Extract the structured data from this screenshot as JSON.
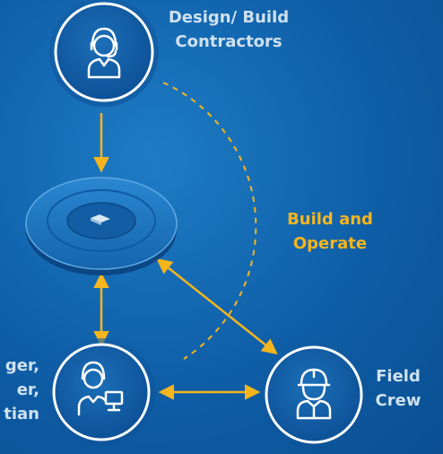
{
  "nodes": {
    "design_build": {
      "label_lines": [
        "Design/ Build",
        "Contractors"
      ],
      "icon": "person-headset-icon"
    },
    "platform": {
      "icon": "platform-disc-icon"
    },
    "manager": {
      "label_lines": [
        "ger,",
        "er,",
        "tian"
      ],
      "icon": "person-computer-icon"
    },
    "field_crew": {
      "label_lines": [
        "Field",
        "Crew"
      ],
      "icon": "worker-hardhat-icon"
    }
  },
  "arc": {
    "label_lines": [
      "Build and",
      "Operate"
    ]
  },
  "colors": {
    "background": "#0e5ea7",
    "accent": "#f6b51e",
    "label_text": "#cfe1ef",
    "node_circle": "#ffffff"
  }
}
